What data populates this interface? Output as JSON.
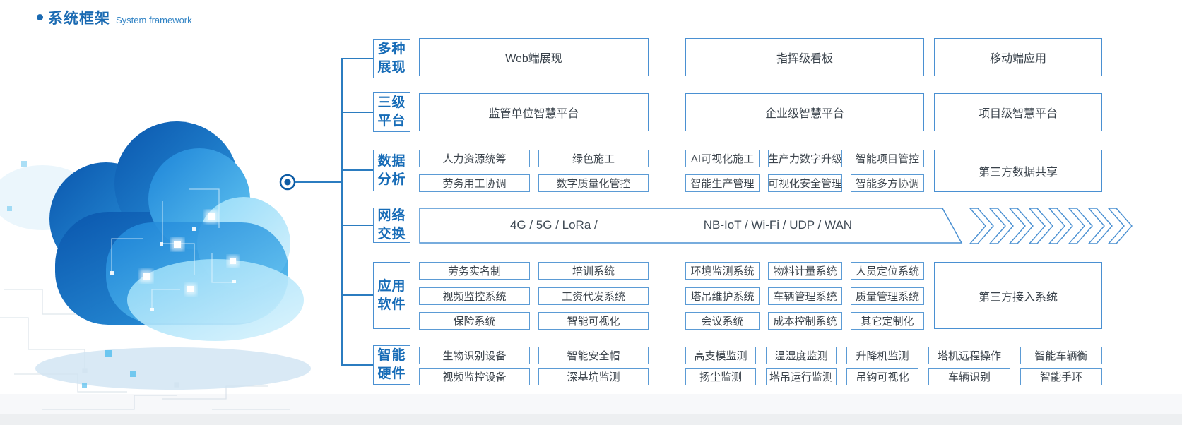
{
  "title": {
    "zh": "系统框架",
    "en": "System framework"
  },
  "colors": {
    "accent": "#1a6ab2",
    "box_border": "#4a90d2",
    "box_text": "#3d454d",
    "connector_line": "#2b7cc0"
  },
  "sections": [
    {
      "name": "display",
      "label_lines": [
        "多种",
        "展现"
      ],
      "boxes": [
        "Web端展现",
        "指挥级看板",
        "移动端应用"
      ]
    },
    {
      "name": "platforms",
      "label_lines": [
        "三级",
        "平台"
      ],
      "boxes": [
        "监管单位智慧平台",
        "企业级智慧平台",
        "项目级智慧平台"
      ]
    },
    {
      "name": "data-analysis",
      "label_lines": [
        "数据",
        "分析"
      ],
      "grid": [
        [
          "人力资源统筹",
          "绿色施工",
          "AI可视化施工",
          "生产力数字升级",
          "智能项目管控"
        ],
        [
          "劳务用工协调",
          "数字质量化管控",
          "智能生产管理",
          "可视化安全管理",
          "智能多方协调"
        ]
      ],
      "side_box": "第三方数据共享"
    },
    {
      "name": "network",
      "label_lines": [
        "网络",
        "交换"
      ],
      "banner_segments": [
        "4G / 5G / LoRa /",
        "NB-IoT / Wi-Fi / UDP / WAN"
      ],
      "chevron_count": 8
    },
    {
      "name": "applications",
      "label_lines": [
        "应用",
        "软件"
      ],
      "grid": [
        [
          "劳务实名制",
          "培训系统",
          "环境监测系统",
          "物料计量系统",
          "人员定位系统"
        ],
        [
          "视频监控系统",
          "工资代发系统",
          "塔吊维护系统",
          "车辆管理系统",
          "质量管理系统"
        ],
        [
          "保险系统",
          "智能可视化",
          "会议系统",
          "成本控制系统",
          "其它定制化"
        ]
      ],
      "side_box": "第三方接入系统"
    },
    {
      "name": "hardware",
      "label_lines": [
        "智能",
        "硬件"
      ],
      "grid": [
        [
          "生物识别设备",
          "智能安全帽",
          "高支模监测",
          "温湿度监测",
          "升降机监测",
          "塔机远程操作",
          "智能车辆衡"
        ],
        [
          "视频监控设备",
          "深基坑监测",
          "扬尘监测",
          "塔吊运行监测",
          "吊钩可视化",
          "车辆识别",
          "智能手环"
        ]
      ]
    }
  ]
}
